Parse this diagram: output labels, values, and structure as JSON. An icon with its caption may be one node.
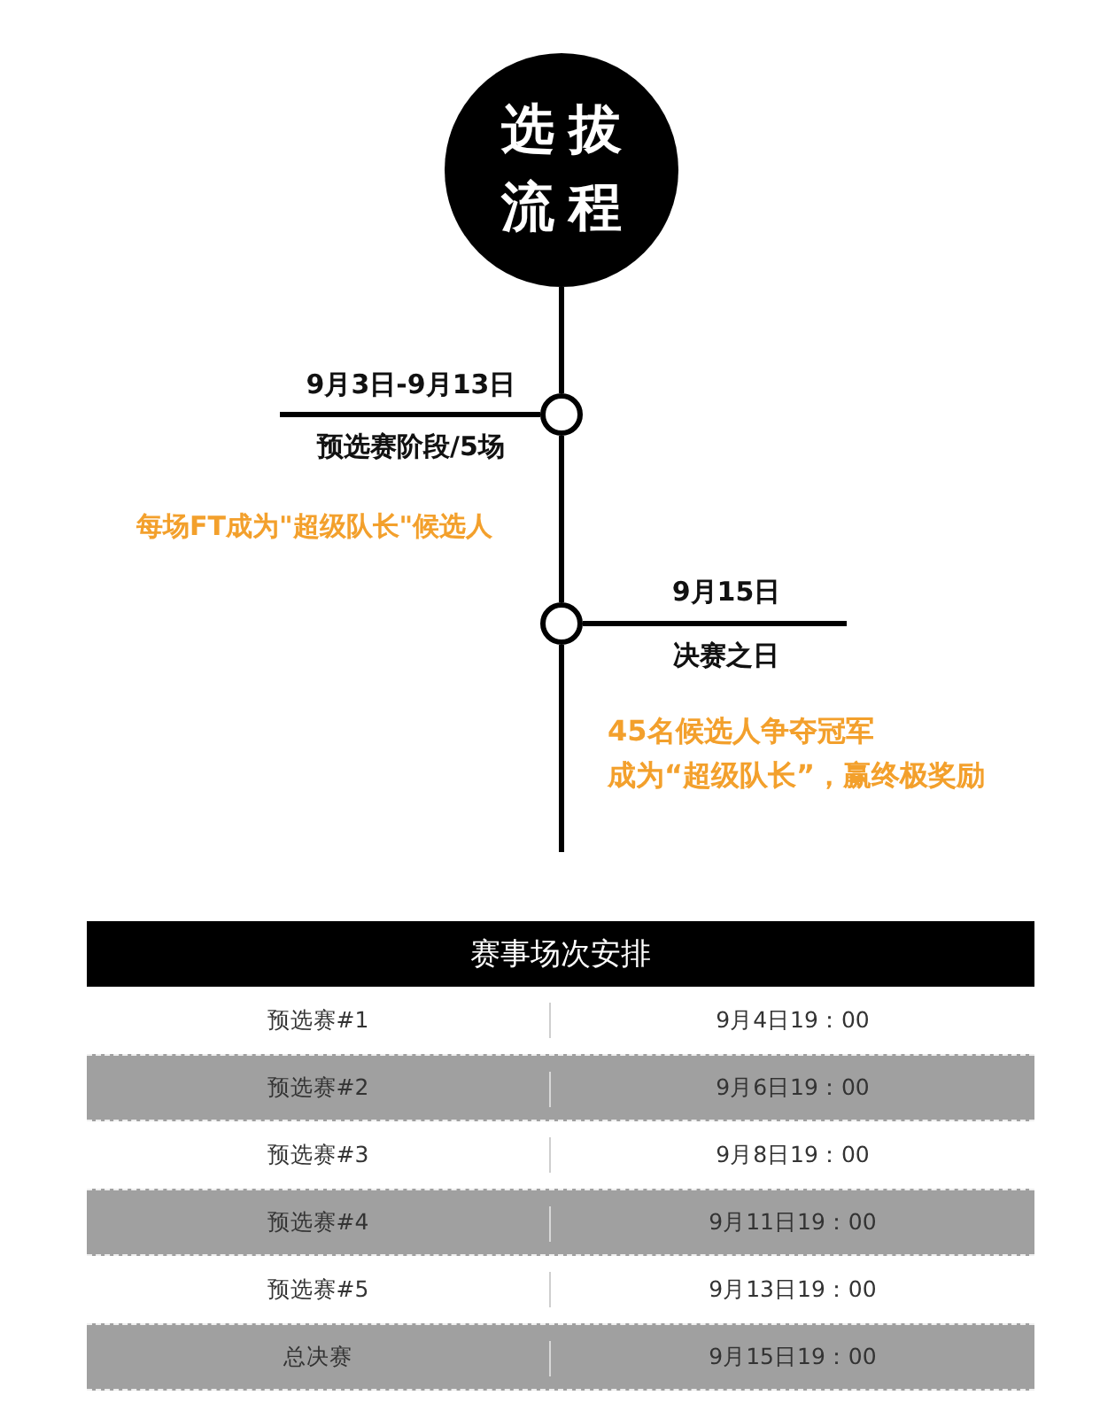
{
  "diagram": {
    "nodes": [
      {
        "text": [
          "选拔流程"
        ]
      },
      {
        "text": [],
        "shape": "circle",
        "beside": [
          "9月3日-9月13日",
          "预选赛阶段/5场",
          "每场FT成为\"超级队长\"候选人"
        ]
      },
      {
        "text": [],
        "shape": "circle",
        "beside": [
          "9月15日",
          "决赛之日",
          "45名候选人争夺冠军成为“超级队长”，赢终极奖励"
        ]
      }
    ],
    "edges": [
      {
        "from": 0,
        "to": 1,
        "arrow": "none"
      },
      {
        "from": 1,
        "to": 2,
        "arrow": "none"
      },
      {
        "from": 2,
        "to": null,
        "arrow": "none"
      }
    ],
    "labels": [
      "赛事场次安排",
      "预选赛#1",
      "9月4日19：00",
      "预选赛#2",
      "9月6日19：00",
      "预选赛#3",
      "9月8日19：00",
      "预选赛#4",
      "9月11日19：00",
      "预选赛#5",
      "9月13日19：00",
      "总决赛",
      "9月15日19：00"
    ]
  }
}
